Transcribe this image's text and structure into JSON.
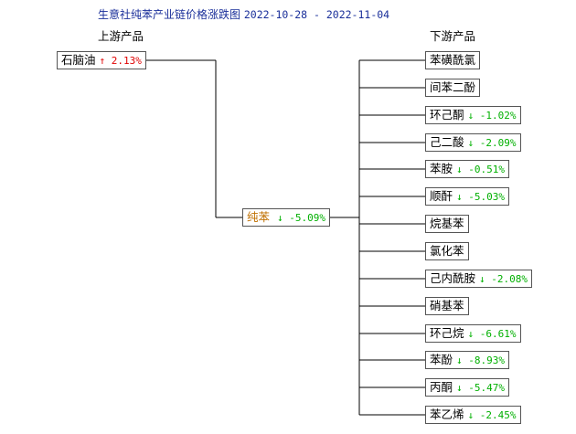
{
  "title": "生意社纯苯产业链价格涨跌图",
  "dates": "2022-10-28 - 2022-11-04",
  "upstream_header": "上游产品",
  "downstream_header": "下游产品",
  "upstream": [
    {
      "name": "石脑油",
      "arrow": "↑",
      "change": "2.13%",
      "dir": "up"
    }
  ],
  "center": {
    "name": "纯苯",
    "arrow": "↓",
    "change": "-5.09%",
    "dir": "down"
  },
  "downstream": [
    {
      "name": "苯磺酰氯",
      "arrow": "",
      "change": "",
      "dir": ""
    },
    {
      "name": "间苯二酚",
      "arrow": "",
      "change": "",
      "dir": ""
    },
    {
      "name": "环己酮",
      "arrow": "↓",
      "change": "-1.02%",
      "dir": "down"
    },
    {
      "name": "己二酸",
      "arrow": "↓",
      "change": "-2.09%",
      "dir": "down"
    },
    {
      "name": "苯胺",
      "arrow": "↓",
      "change": "-0.51%",
      "dir": "down"
    },
    {
      "name": "顺酐",
      "arrow": "↓",
      "change": "-5.03%",
      "dir": "down"
    },
    {
      "name": "烷基苯",
      "arrow": "",
      "change": "",
      "dir": ""
    },
    {
      "name": "氯化苯",
      "arrow": "",
      "change": "",
      "dir": ""
    },
    {
      "name": "己内酰胺",
      "arrow": "↓",
      "change": "-2.08%",
      "dir": "down"
    },
    {
      "name": "硝基苯",
      "arrow": "",
      "change": "",
      "dir": ""
    },
    {
      "name": "环己烷",
      "arrow": "↓",
      "change": "-6.61%",
      "dir": "down"
    },
    {
      "name": "苯酚",
      "arrow": "↓",
      "change": "-8.93%",
      "dir": "down"
    },
    {
      "name": "丙酮",
      "arrow": "↓",
      "change": "-5.47%",
      "dir": "down"
    },
    {
      "name": "苯乙烯",
      "arrow": "↓",
      "change": "-2.45%",
      "dir": "down"
    }
  ]
}
